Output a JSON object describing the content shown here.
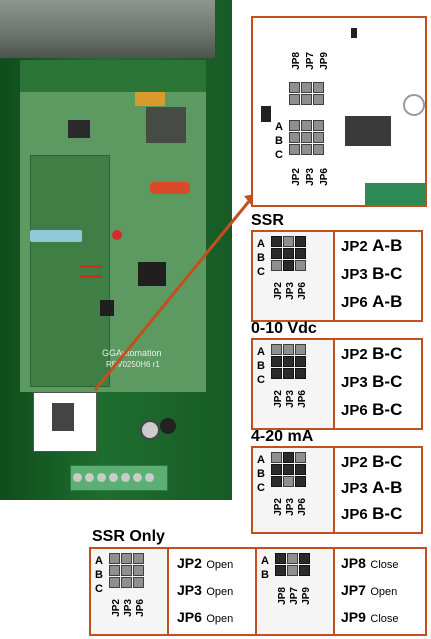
{
  "photo": {
    "board_text": [
      "GGAutomation",
      "REV0250H6 r1"
    ]
  },
  "zoom_panel": {
    "row_letters": [
      "A",
      "B",
      "C"
    ],
    "top_jumpers": [
      "JP8",
      "JP7",
      "JP9"
    ],
    "bottom_jumpers": [
      "JP2",
      "JP3",
      "JP6"
    ]
  },
  "configs": [
    {
      "title": "SSR",
      "row_letters": [
        "A",
        "B",
        "C"
      ],
      "jumpers": [
        "JP2",
        "JP3",
        "JP6"
      ],
      "settings": [
        {
          "jp": "JP2",
          "val": "A-B"
        },
        {
          "jp": "JP3",
          "val": "B-C"
        },
        {
          "jp": "JP6",
          "val": "A-B"
        }
      ]
    },
    {
      "title": "0-10 Vdc",
      "row_letters": [
        "A",
        "B",
        "C"
      ],
      "jumpers": [
        "JP2",
        "JP3",
        "JP6"
      ],
      "settings": [
        {
          "jp": "JP2",
          "val": "B-C"
        },
        {
          "jp": "JP3",
          "val": "B-C"
        },
        {
          "jp": "JP6",
          "val": "B-C"
        }
      ]
    },
    {
      "title": "4-20 mA",
      "row_letters": [
        "A",
        "B",
        "C"
      ],
      "jumpers": [
        "JP2",
        "JP3",
        "JP6"
      ],
      "settings": [
        {
          "jp": "JP2",
          "val": "B-C"
        },
        {
          "jp": "JP3",
          "val": "A-B"
        },
        {
          "jp": "JP6",
          "val": "B-C"
        }
      ]
    }
  ],
  "ssr_only": {
    "title": "SSR Only",
    "left_row_letters": [
      "A",
      "B",
      "C"
    ],
    "left_jumpers": [
      "JP2",
      "JP3",
      "JP6"
    ],
    "left_settings": [
      {
        "jp": "JP2",
        "state": "Open"
      },
      {
        "jp": "JP3",
        "state": "Open"
      },
      {
        "jp": "JP6",
        "state": "Open"
      }
    ],
    "right_row_letters": [
      "A",
      "B"
    ],
    "right_jumpers": [
      "JP8",
      "JP7",
      "JP9"
    ],
    "right_settings": [
      {
        "jp": "JP8",
        "state": "Close"
      },
      {
        "jp": "JP7",
        "state": "Open"
      },
      {
        "jp": "JP9",
        "state": "Close"
      }
    ]
  },
  "colors": {
    "accent": "#c0511e",
    "enclosure": "#1f6d2f",
    "board": "#5d9a62"
  }
}
